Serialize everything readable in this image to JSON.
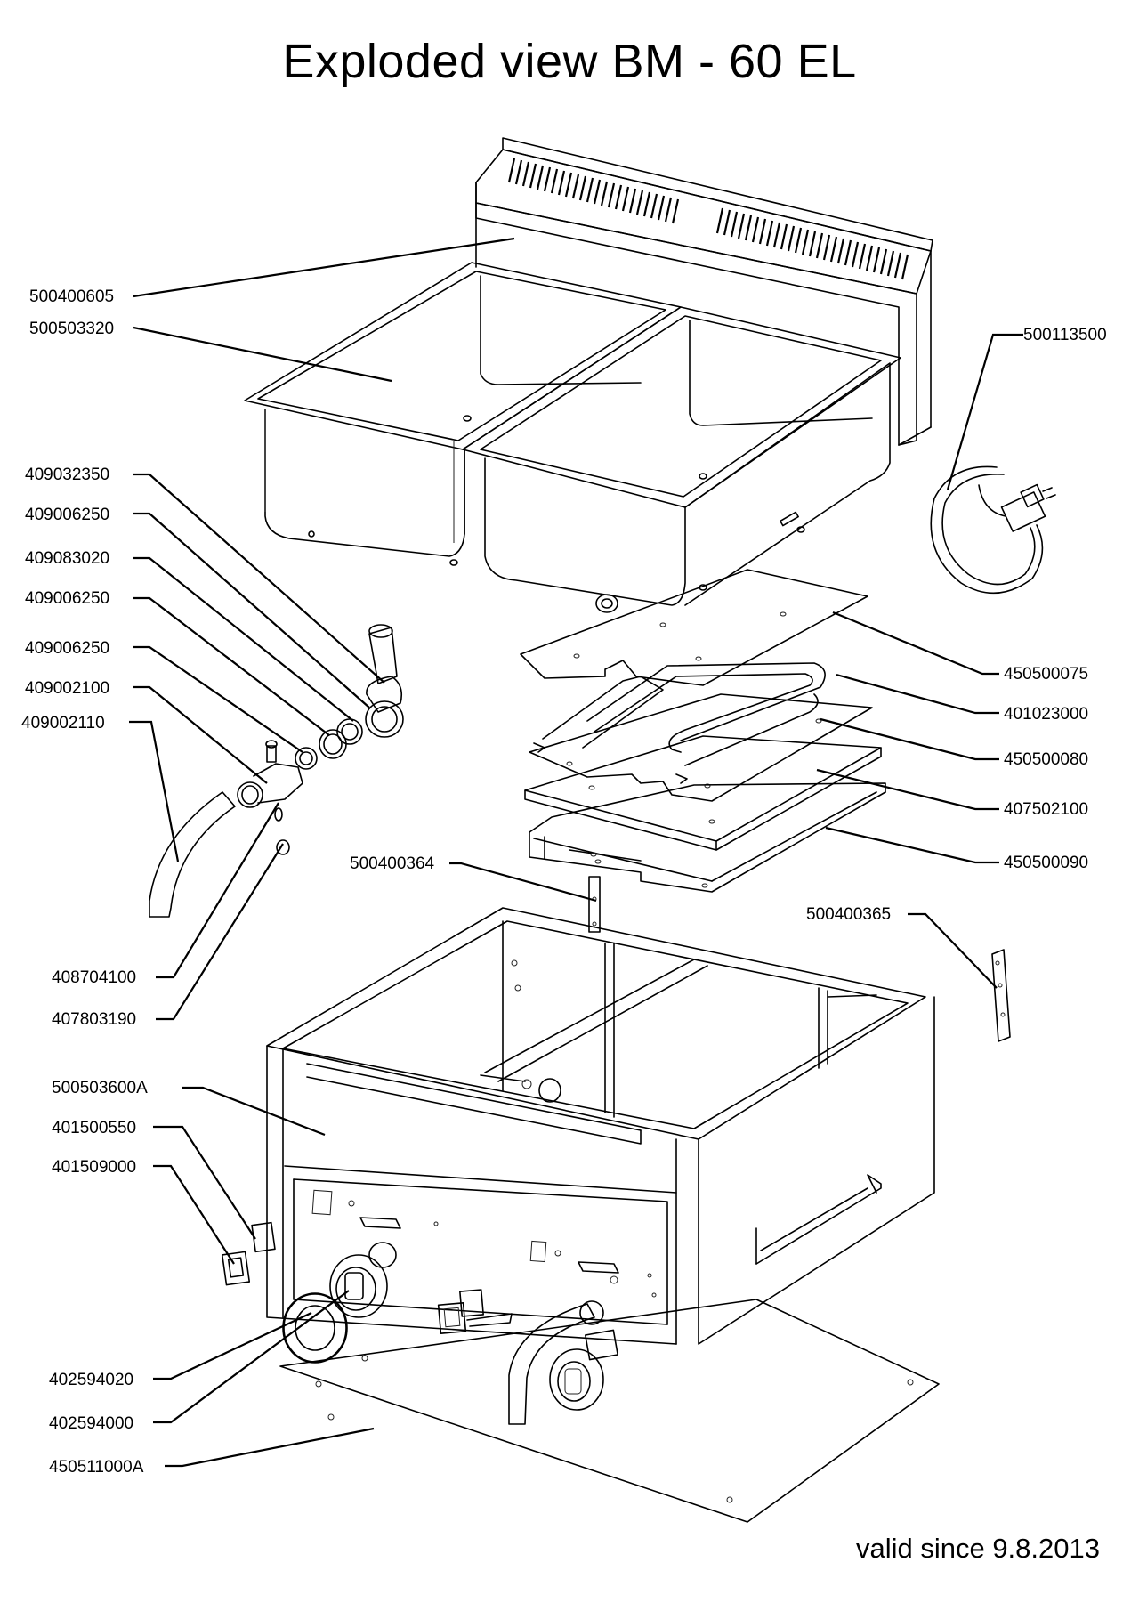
{
  "title": "Exploded view BM - 60 EL",
  "footer": {
    "valid_note": "valid since 9.8.2013"
  },
  "parts": {
    "p500400605": "500400605",
    "p500503320": "500503320",
    "p500113500": "500113500",
    "p409032350": "409032350",
    "p409006250a": "409006250",
    "p409083020": "409083020",
    "p409006250b": "409006250",
    "p409006250c": "409006250",
    "p409002100": "409002100",
    "p409002110": "409002110",
    "p450500075": "450500075",
    "p401023000": "401023000",
    "p450500080": "450500080",
    "p407502100": "407502100",
    "p450500090": "450500090",
    "p500400364": "500400364",
    "p500400365": "500400365",
    "p408704100": "408704100",
    "p407803190": "407803190",
    "p500503600A": "500503600A",
    "p401500550": "401500550",
    "p401509000": "401509000",
    "p402594020": "402594020",
    "p402594000": "402594000",
    "p450511000A": "450511000A"
  }
}
